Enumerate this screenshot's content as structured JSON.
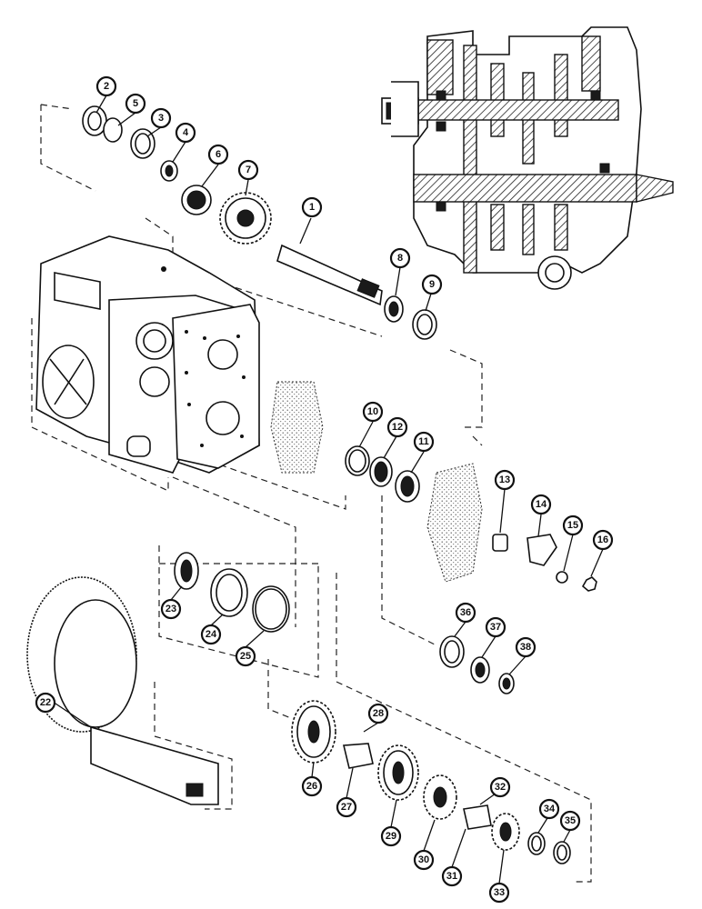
{
  "callouts": [
    {
      "id": "c1",
      "label": "1"
    },
    {
      "id": "c2",
      "label": "2"
    },
    {
      "id": "c3",
      "label": "3"
    },
    {
      "id": "c4",
      "label": "4"
    },
    {
      "id": "c5",
      "label": "5"
    },
    {
      "id": "c6",
      "label": "6"
    },
    {
      "id": "c7",
      "label": "7"
    },
    {
      "id": "c8",
      "label": "8"
    },
    {
      "id": "c9",
      "label": "9"
    },
    {
      "id": "c10",
      "label": "10"
    },
    {
      "id": "c11",
      "label": "11"
    },
    {
      "id": "c12",
      "label": "12"
    },
    {
      "id": "c13",
      "label": "13"
    },
    {
      "id": "c14",
      "label": "14"
    },
    {
      "id": "c15",
      "label": "15"
    },
    {
      "id": "c16",
      "label": "16"
    },
    {
      "id": "c22",
      "label": "22"
    },
    {
      "id": "c23",
      "label": "23"
    },
    {
      "id": "c24",
      "label": "24"
    },
    {
      "id": "c25",
      "label": "25"
    },
    {
      "id": "c26",
      "label": "26"
    },
    {
      "id": "c27",
      "label": "27"
    },
    {
      "id": "c28",
      "label": "28"
    },
    {
      "id": "c29",
      "label": "29"
    },
    {
      "id": "c30",
      "label": "30"
    },
    {
      "id": "c31",
      "label": "31"
    },
    {
      "id": "c32",
      "label": "32"
    },
    {
      "id": "c33",
      "label": "33"
    },
    {
      "id": "c34",
      "label": "34"
    },
    {
      "id": "c35",
      "label": "35"
    },
    {
      "id": "c36",
      "label": "36"
    },
    {
      "id": "c37",
      "label": "37"
    },
    {
      "id": "c38",
      "label": "38"
    }
  ]
}
